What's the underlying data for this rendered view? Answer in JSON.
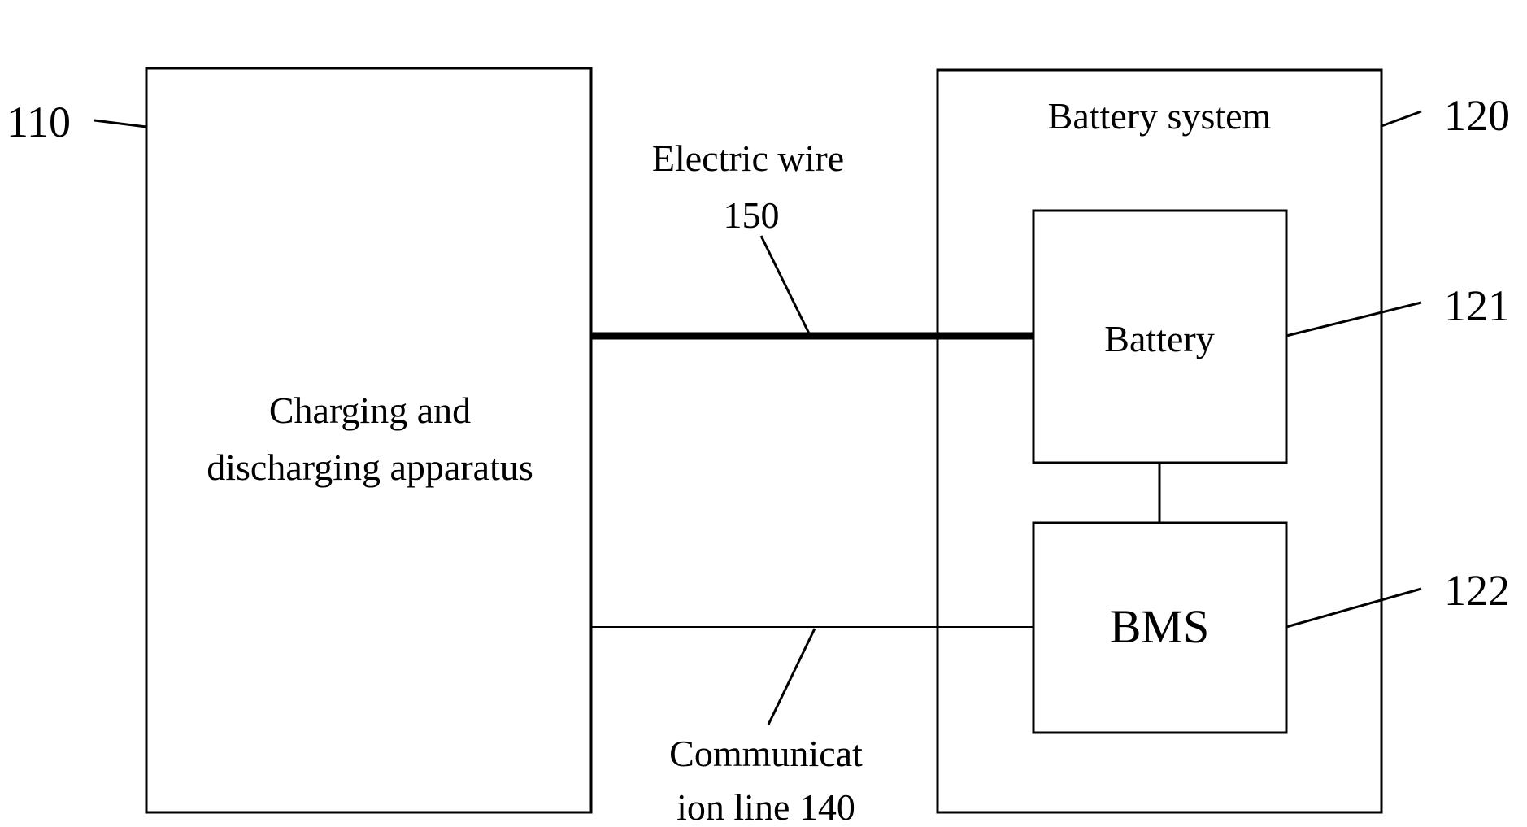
{
  "blocks": {
    "apparatus": {
      "ref": "110",
      "label_lines": [
        "Charging and",
        "discharging apparatus"
      ]
    },
    "battery_system": {
      "ref": "120",
      "label": "Battery system"
    },
    "battery": {
      "ref": "121",
      "label": "Battery"
    },
    "bms": {
      "ref": "122",
      "label": "BMS"
    }
  },
  "connections": {
    "electric_wire": {
      "label": "Electric wire",
      "ref": "150"
    },
    "communication_line": {
      "label_lines": [
        "Communicat",
        "ion line 140"
      ]
    }
  },
  "colors": {
    "stroke": "#000000",
    "background": "#ffffff"
  }
}
